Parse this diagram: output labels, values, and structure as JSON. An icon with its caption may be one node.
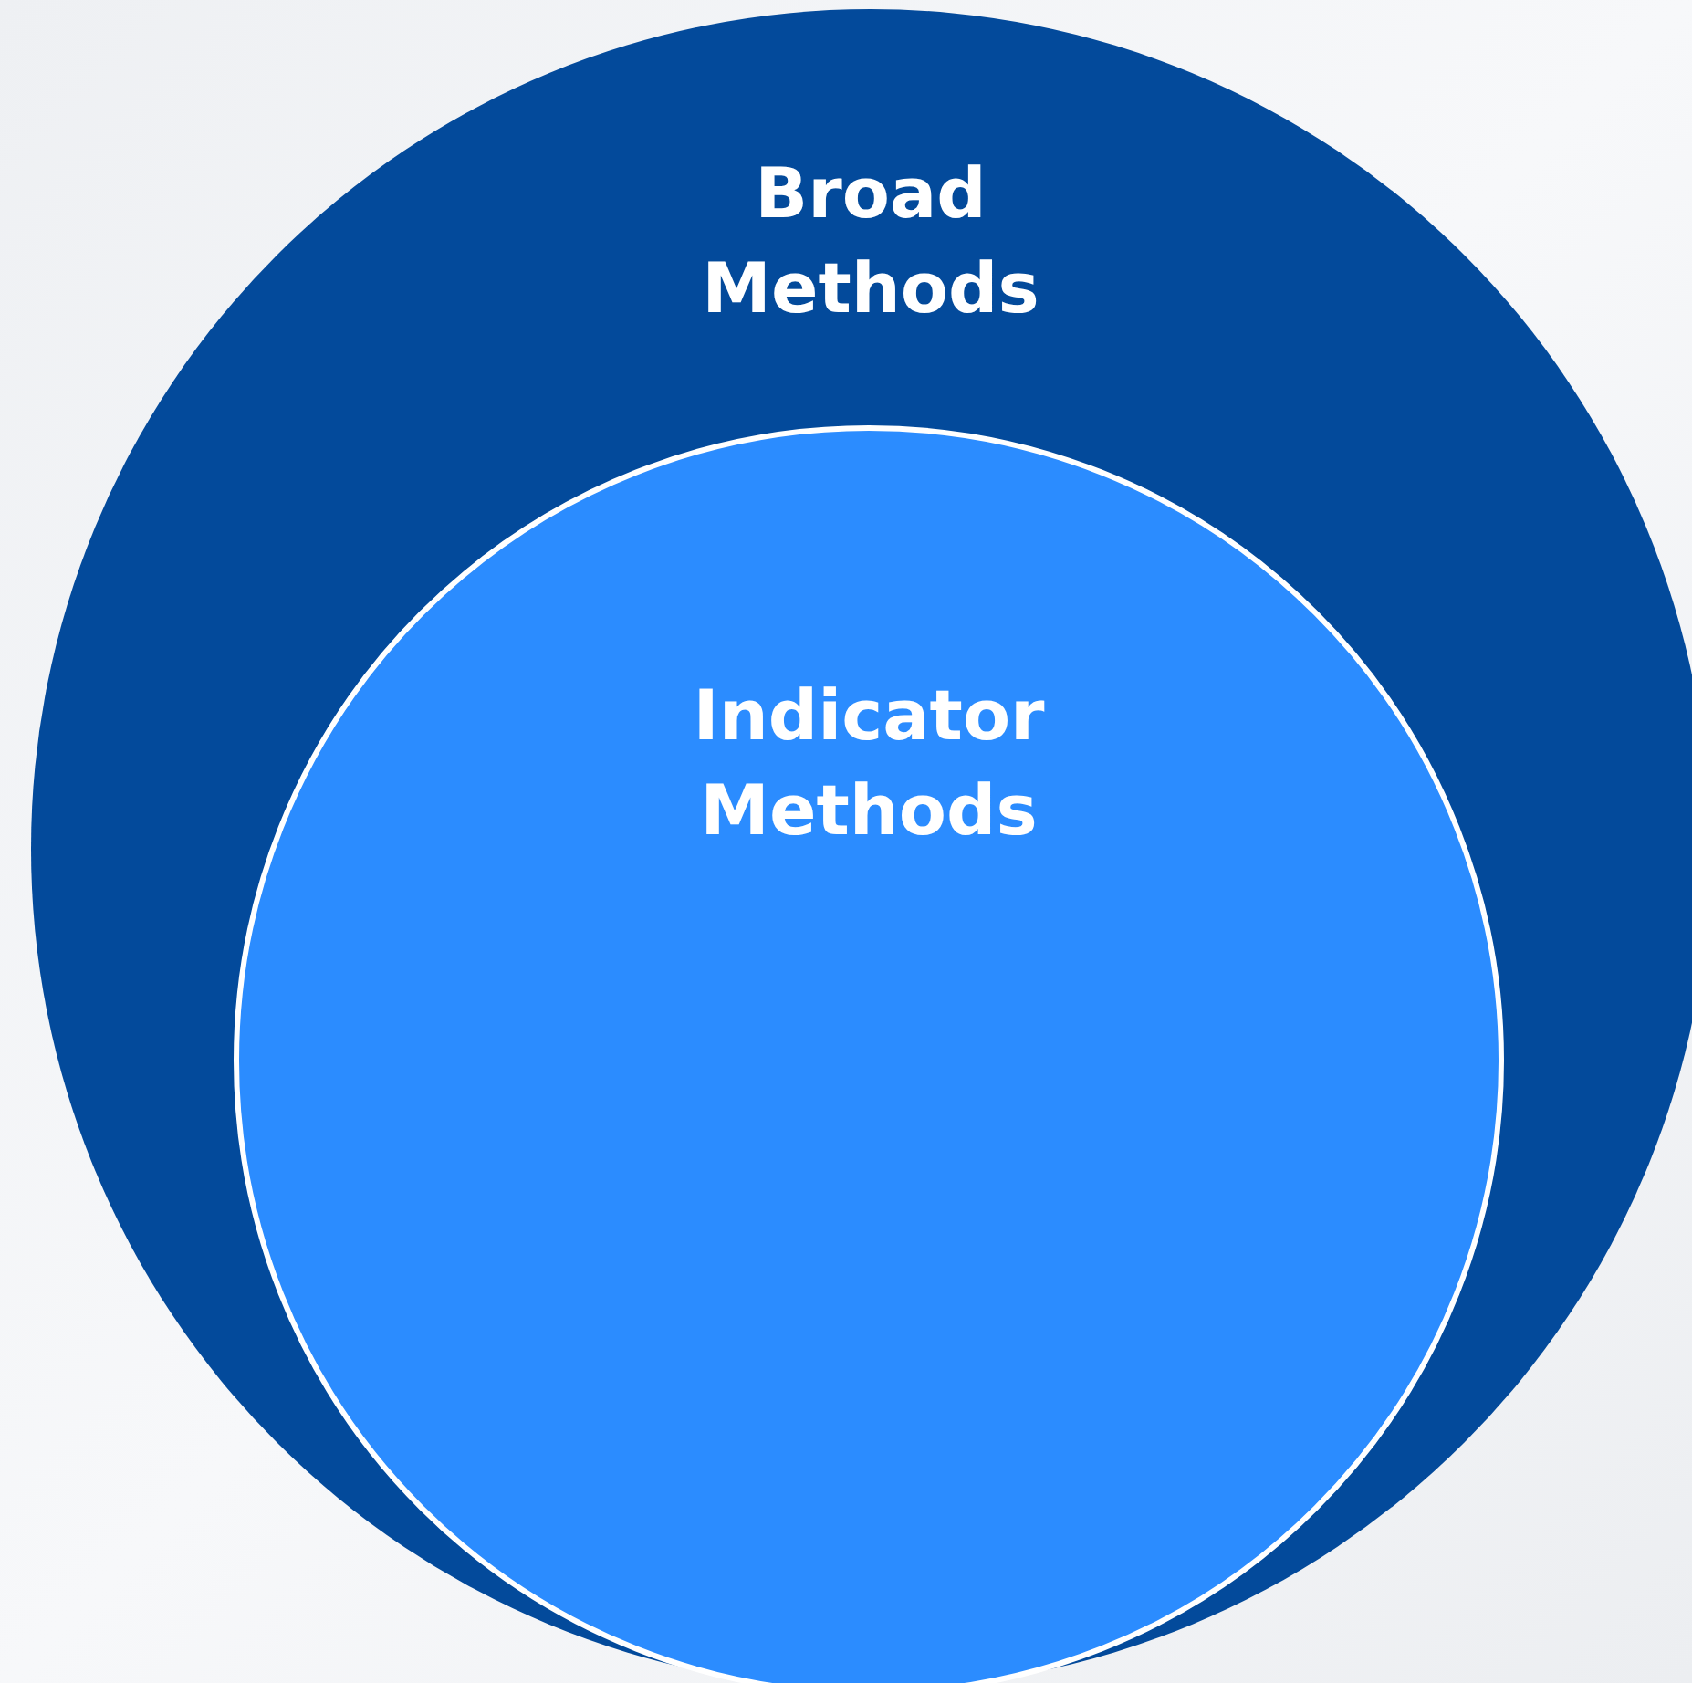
{
  "diagram": {
    "nodes": [
      {
        "text": [
          "Broad Methods"
        ]
      },
      {
        "text": [
          "Indicator Methods"
        ],
        "in": 0
      }
    ]
  }
}
